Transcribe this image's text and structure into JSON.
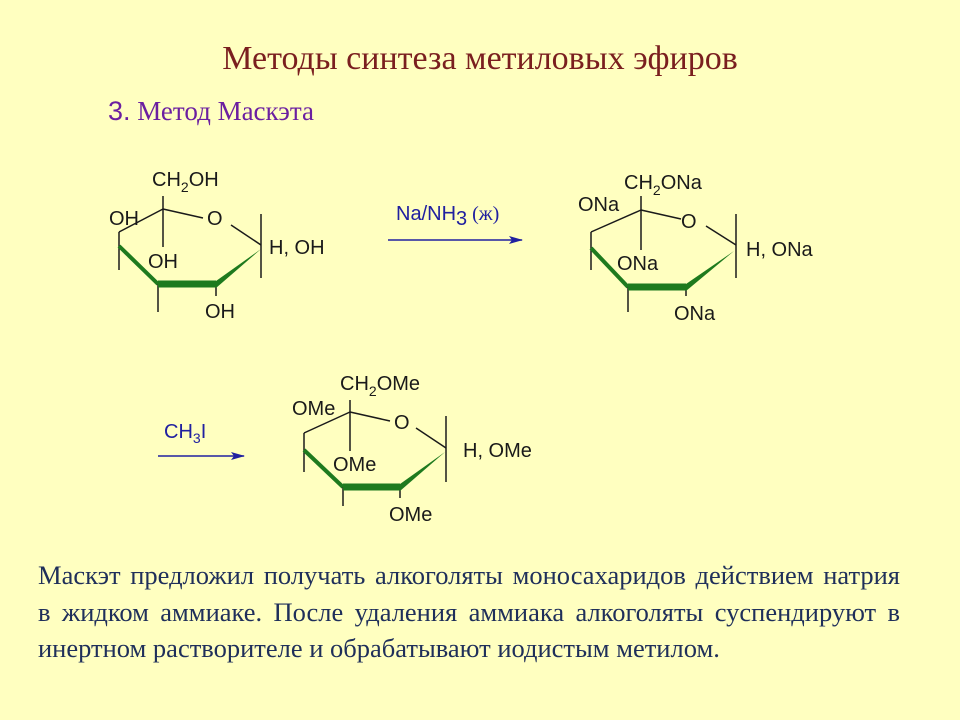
{
  "title": "Методы синтеза метиловых эфиров",
  "subtitle": {
    "number": "3.",
    "text": "Метод Маскэта"
  },
  "molecules": {
    "start": {
      "ch2": "CH",
      "ch2_sub": "2",
      "ch2_tail": "OH",
      "left_top": "OH",
      "ring_o": "O",
      "anomeric": "H, OH",
      "mid": "OH",
      "bottom": "OH"
    },
    "sodium": {
      "ch2": "CH",
      "ch2_sub": "2",
      "ch2_tail": "ONa",
      "left_top": "ONa",
      "ring_o": "O",
      "anomeric": "H, ONa",
      "mid": "ONa",
      "bottom": "ONa"
    },
    "methyl": {
      "ch2": "CH",
      "ch2_sub": "2",
      "ch2_tail": "OMe",
      "left_top": "OMe",
      "ring_o": "O",
      "anomeric": "H, OMe",
      "mid": "OMe",
      "bottom": "OMe"
    }
  },
  "reagents": {
    "step1": {
      "main": "Na/NH",
      "sub": "3",
      "cond": " (ж)"
    },
    "step2": {
      "main": "CH",
      "sub": "3",
      "tail": "I"
    }
  },
  "body_text": "Маскэт предложил получать алкоголяты моносахаридов действием натрия в жидком аммиаке. После удаления аммиака алкоголяты суспендируют в инертном растворителе и обрабатывают иодистым метилом.",
  "colors": {
    "background": "#FFFFC0",
    "title": "#7A1F1F",
    "subtitle": "#6B1FA0",
    "ring_bold": "#1E7A1E",
    "reagent": "#2020A0",
    "text": "#1F2F5A"
  }
}
